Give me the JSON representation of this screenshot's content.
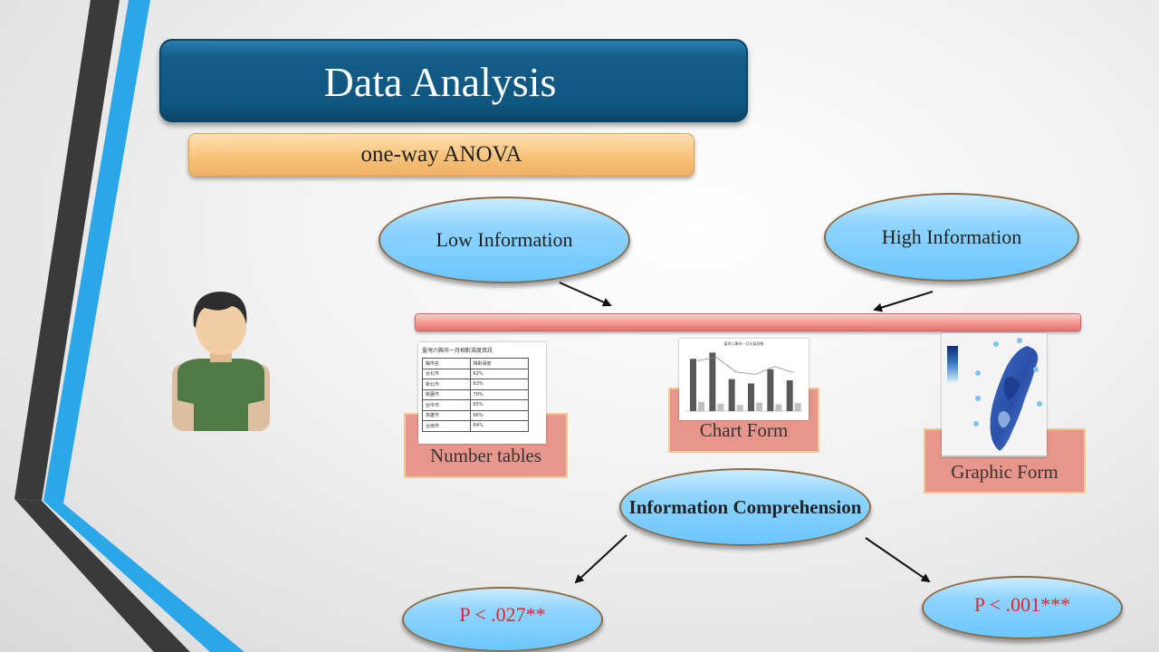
{
  "slide": {
    "title": "Data Analysis",
    "subtitle": "one-way ANOVA"
  },
  "diagram": {
    "low_information": "Low Information",
    "high_information": "High Information",
    "forms": [
      {
        "label": "Number tables"
      },
      {
        "label": "Chart Form"
      },
      {
        "label": "Graphic Form"
      }
    ],
    "comprehension": "Information Comprehension",
    "results": [
      {
        "label": "P < .027**"
      },
      {
        "label": "P < .001***"
      }
    ]
  },
  "colors": {
    "title_bar": "#0f5680",
    "subtitle_bar": "#f7c37a",
    "oval_fill": "#8fd4ff",
    "scale_bar": "#f2908a",
    "label_box": "#e8968c",
    "p_value_text": "#e0262a",
    "accent_stripe_blue": "#2aa7e8",
    "accent_stripe_dark": "#3a3a3a"
  },
  "icons": {
    "person": "person-avatar-icon"
  },
  "thumbnails": {
    "number_table": {
      "title": "臺灣六縣市一月相對濕度資訊",
      "header": [
        "縣市名",
        "相對濕度"
      ],
      "rows": [
        [
          "台北市",
          "62%"
        ],
        [
          "新北市",
          "63%"
        ],
        [
          "桃園市",
          "70%"
        ],
        [
          "台中市",
          "65%"
        ],
        [
          "高雄市",
          "66%"
        ],
        [
          "台南市",
          "64%"
        ]
      ]
    },
    "chart": {
      "title": "臺灣六縣市一月天氣狀態",
      "bars": [
        {
          "primary": 0.85,
          "secondary": 0.15
        },
        {
          "primary": 0.95,
          "secondary": 0.12
        },
        {
          "primary": 0.52,
          "secondary": 0.1
        },
        {
          "primary": 0.45,
          "secondary": 0.14
        },
        {
          "primary": 0.68,
          "secondary": 0.11
        },
        {
          "primary": 0.5,
          "secondary": 0.13
        }
      ]
    }
  }
}
